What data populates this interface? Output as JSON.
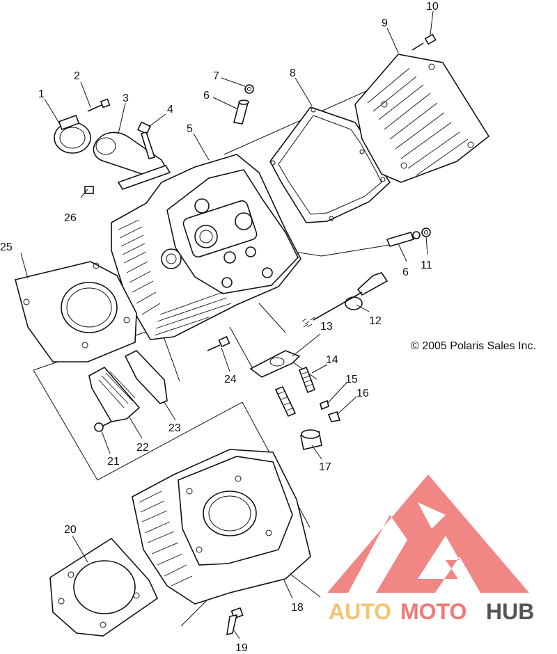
{
  "copyright": "© 2005 Polaris Sales Inc.",
  "watermark": {
    "brand_auto": "AUTO",
    "brand_moto": "MOTO",
    "brand_hub": "HUB",
    "colors": {
      "logo_red": "#f07a78",
      "auto": "#f4c472",
      "moto": "#f07a78",
      "hub": "#555555"
    }
  },
  "callouts": {
    "c1": "1",
    "c2": "2",
    "c3": "3",
    "c4": "4",
    "c5": "5",
    "c6a": "6",
    "c6b": "6",
    "c7": "7",
    "c8": "8",
    "c9": "9",
    "c10": "10",
    "c11": "11",
    "c12": "12",
    "c13": "13",
    "c14": "14",
    "c15": "15",
    "c16": "16",
    "c17": "17",
    "c18": "18",
    "c19": "19",
    "c20": "20",
    "c21": "21",
    "c22": "22",
    "c23": "23",
    "c24": "24",
    "c25": "25",
    "c26": "26"
  }
}
